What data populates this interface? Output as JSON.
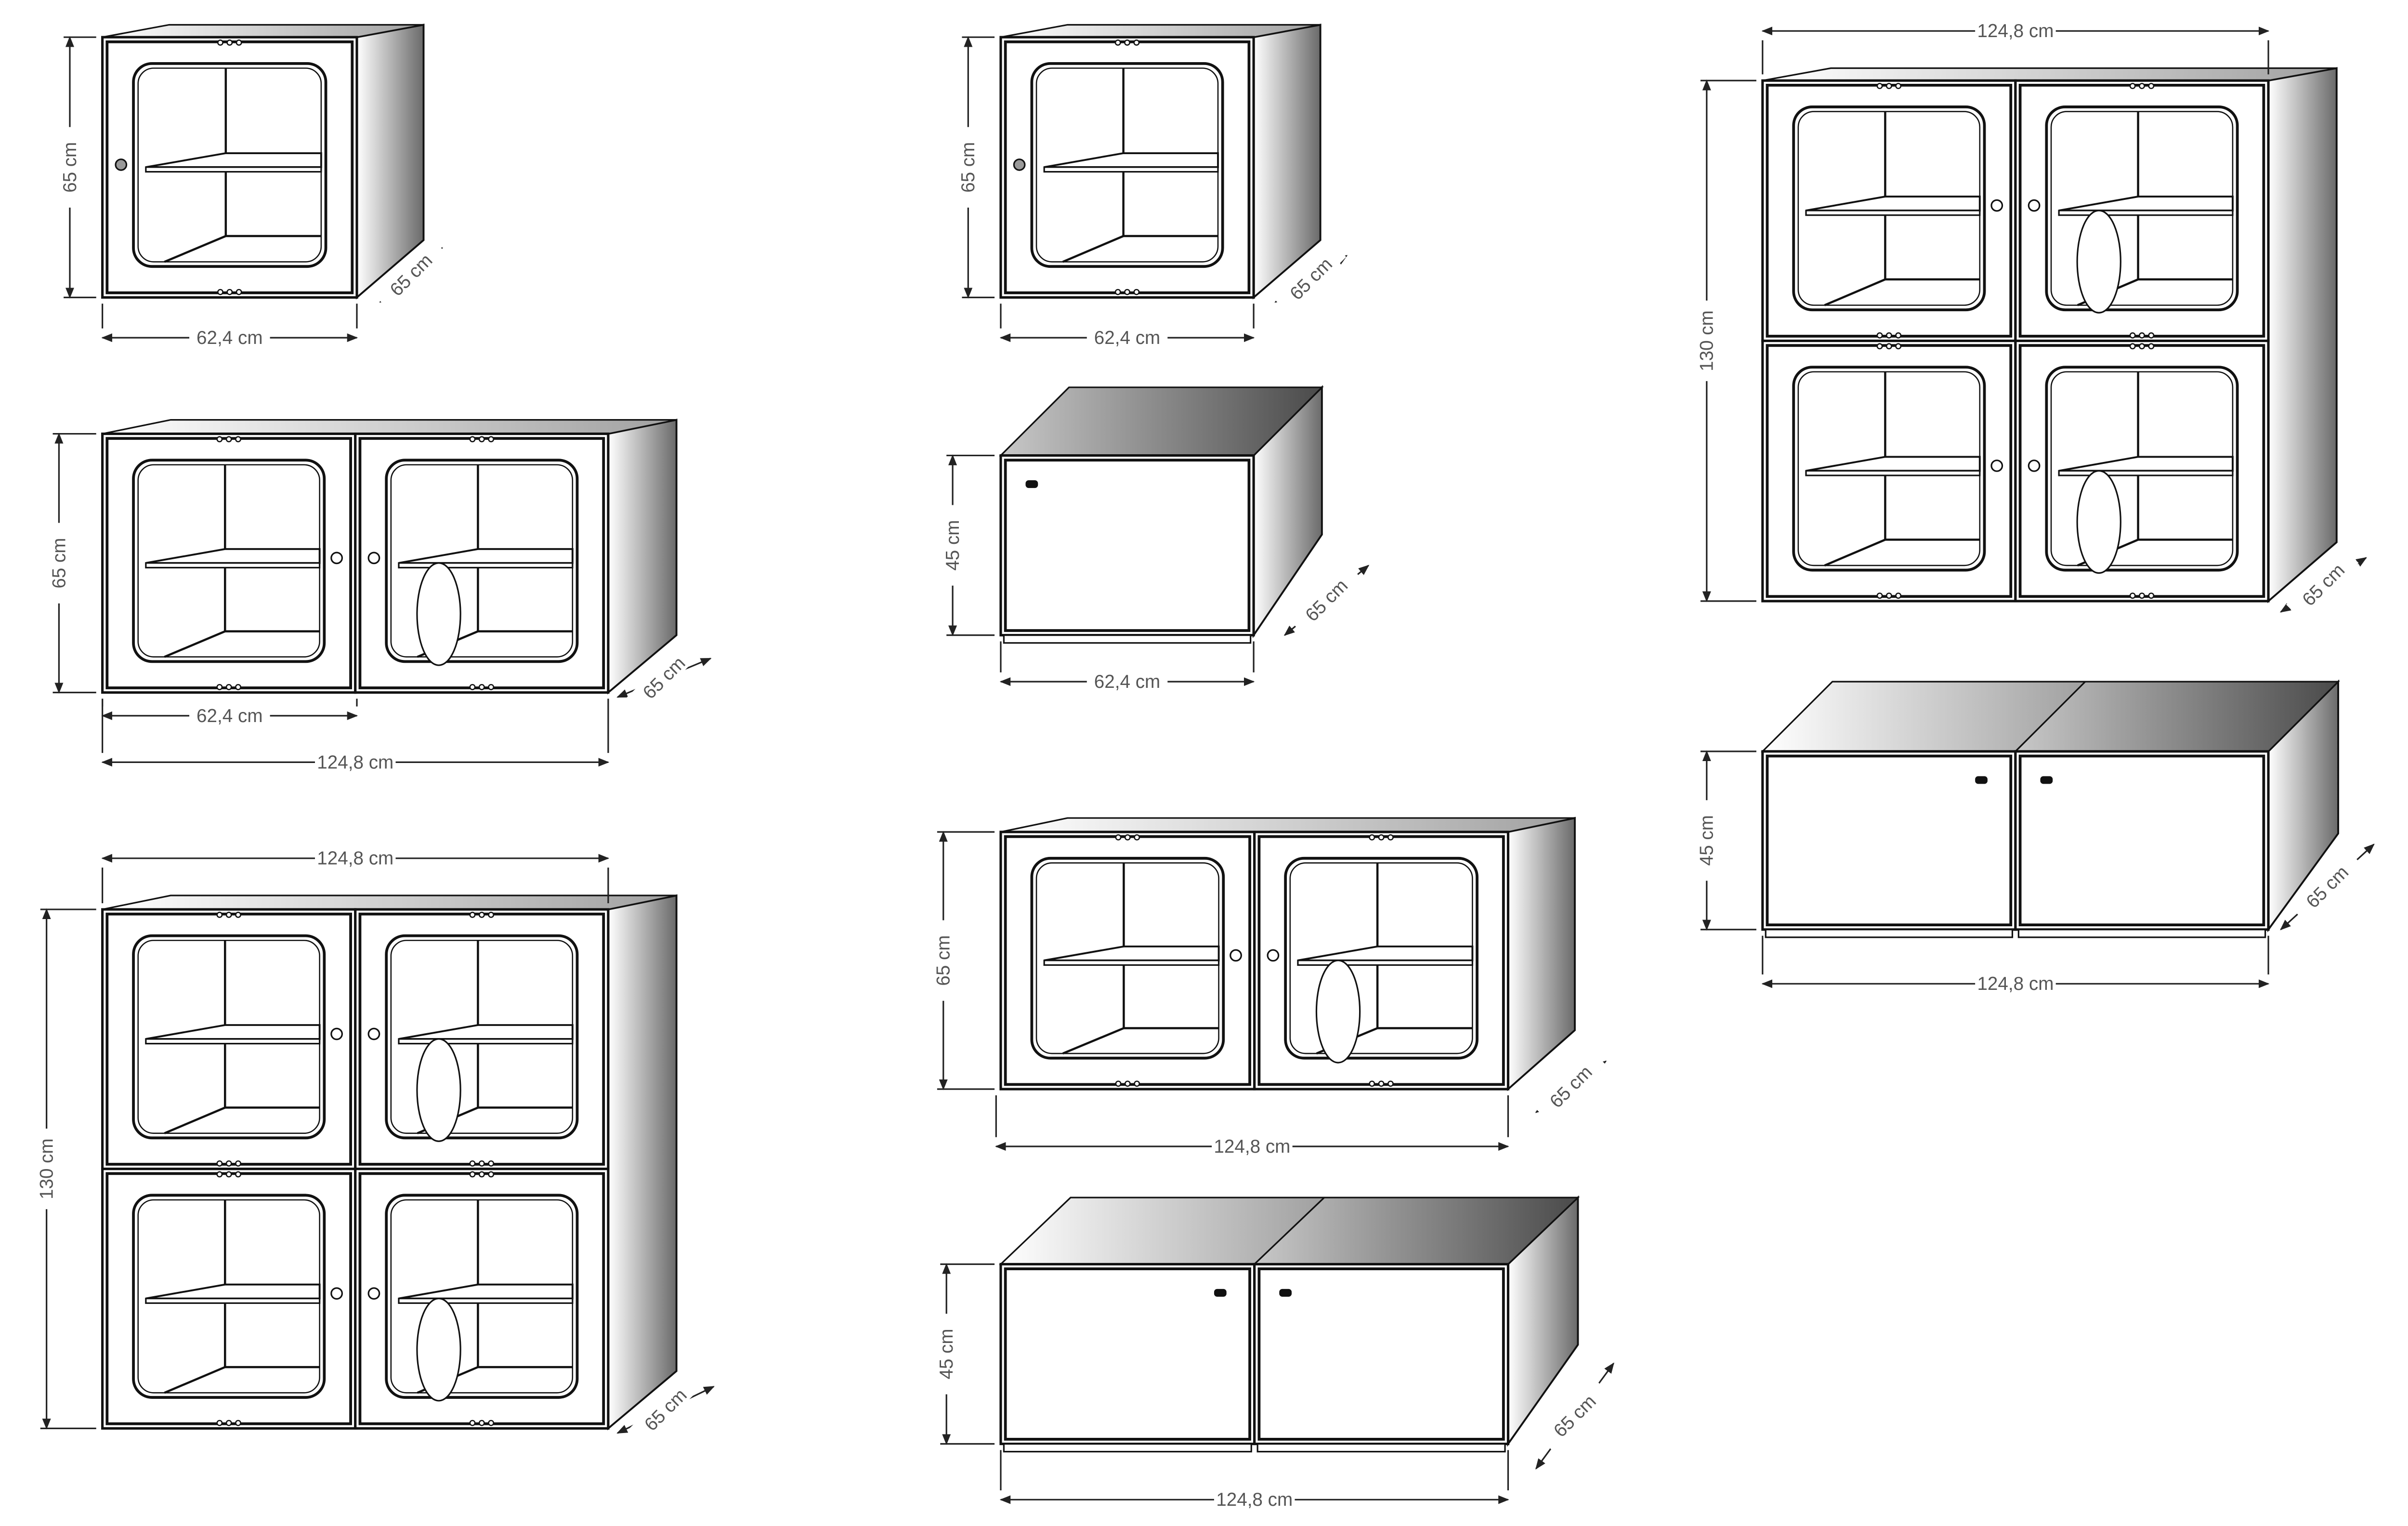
{
  "drawings": [
    {
      "id": "single-glass-left",
      "type": "glass",
      "cols": 1,
      "rows": 1,
      "height": "65 cm",
      "width": "62,4 cm",
      "depth": "65 cm"
    },
    {
      "id": "double-glass-left",
      "type": "glass",
      "cols": 2,
      "rows": 1,
      "height": "65 cm",
      "width": "62,4 cm",
      "width_total": "124,8 cm",
      "depth": "65 cm"
    },
    {
      "id": "quad-glass-left",
      "type": "glass",
      "cols": 2,
      "rows": 2,
      "height": "130 cm",
      "width_total": "124,8 cm",
      "depth": "65 cm"
    },
    {
      "id": "single-glass-center",
      "type": "glass",
      "cols": 1,
      "rows": 1,
      "height": "65 cm",
      "width": "62,4 cm",
      "depth": "65 cm"
    },
    {
      "id": "single-solid-center",
      "type": "solid",
      "cols": 1,
      "rows": 1,
      "height": "45 cm",
      "width": "62,4 cm",
      "depth": "65 cm"
    },
    {
      "id": "double-glass-center",
      "type": "glass",
      "cols": 2,
      "rows": 1,
      "height": "65 cm",
      "width_total": "124,8 cm",
      "depth": "65 cm"
    },
    {
      "id": "double-solid-center",
      "type": "solid",
      "cols": 2,
      "rows": 1,
      "height": "45 cm",
      "width_total": "124,8 cm",
      "depth": "65 cm"
    },
    {
      "id": "quad-glass-right",
      "type": "glass",
      "cols": 2,
      "rows": 2,
      "height": "130 cm",
      "width_total": "124,8 cm",
      "depth": "65 cm"
    },
    {
      "id": "double-solid-right",
      "type": "solid",
      "cols": 2,
      "rows": 1,
      "height": "45 cm",
      "width_total": "124,8 cm",
      "depth": "65 cm"
    }
  ]
}
